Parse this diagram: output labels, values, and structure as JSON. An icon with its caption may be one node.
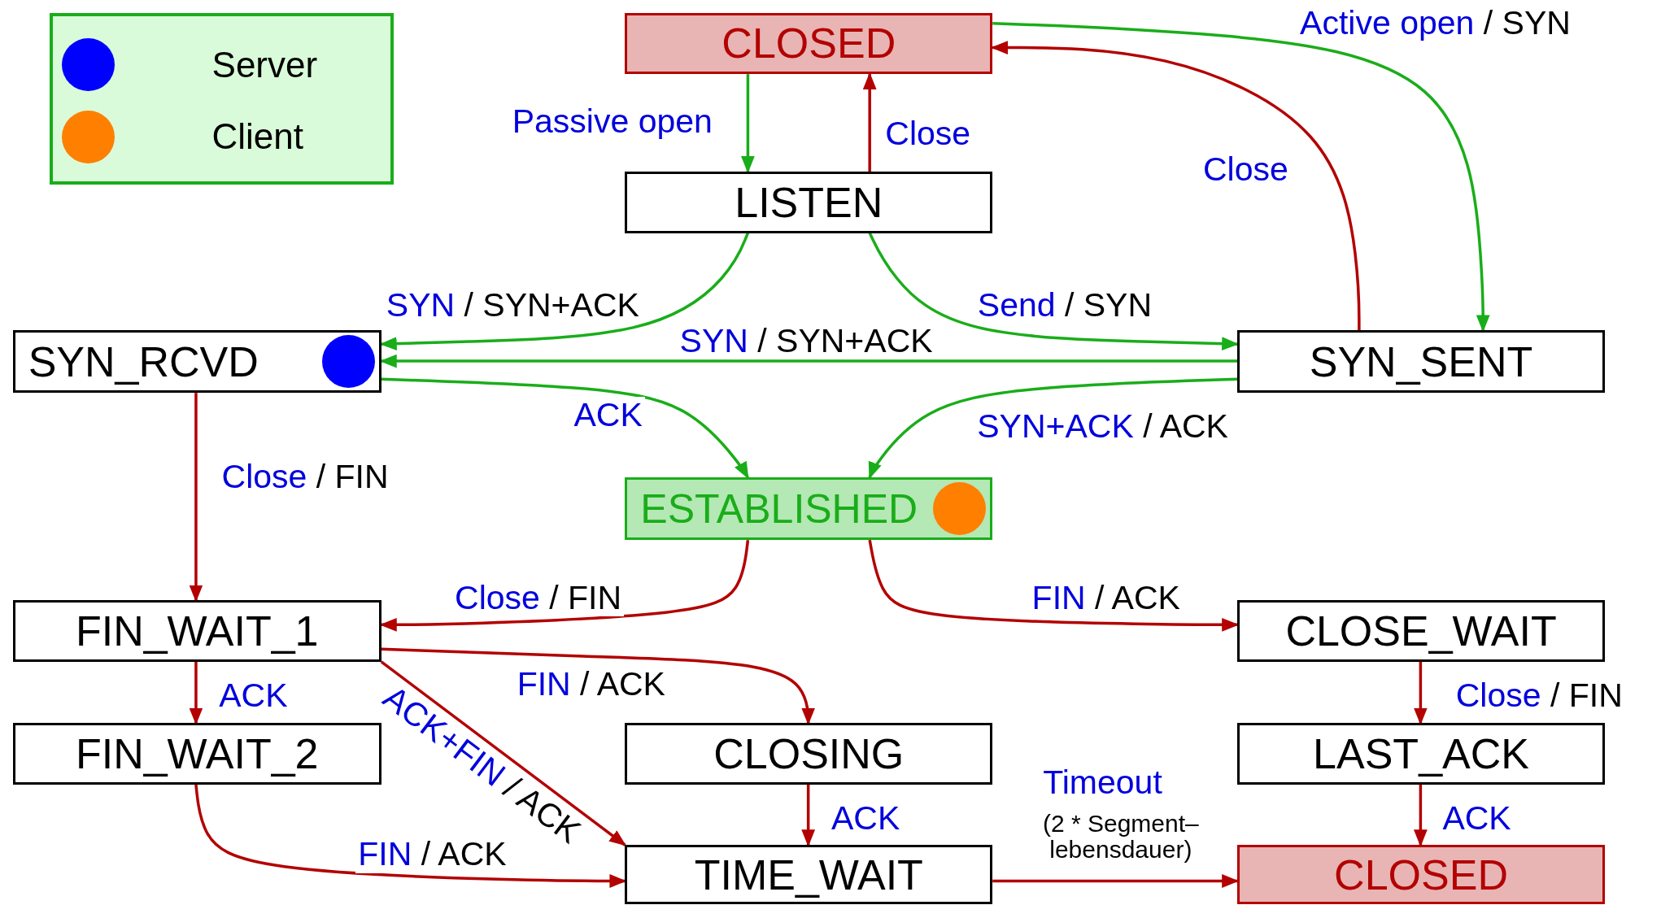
{
  "diagram": {
    "nodes": [
      {
        "text": [
          "CLOSED"
        ]
      },
      {
        "text": [
          "LISTEN"
        ]
      },
      {
        "text": [
          "SYN_RCVD"
        ]
      },
      {
        "text": [
          "SYN_SENT"
        ]
      },
      {
        "text": [
          "ESTABLISHED"
        ]
      },
      {
        "text": [
          "FIN_WAIT_1"
        ]
      },
      {
        "text": [
          "CLOSE_WAIT"
        ]
      },
      {
        "text": [
          "FIN_WAIT_2"
        ]
      },
      {
        "text": [
          "CLOSING"
        ]
      },
      {
        "text": [
          "LAST_ACK"
        ]
      },
      {
        "text": [
          "TIME_WAIT"
        ]
      },
      {
        "text": [
          "CLOSED"
        ]
      }
    ],
    "edges": [
      {
        "from": 0,
        "to": 1,
        "arrow": "to",
        "label": "Passive open",
        "color": "#1aad1a"
      },
      {
        "from": 1,
        "to": 0,
        "arrow": "to",
        "label": "Close"
      },
      {
        "from": 0,
        "to": 3,
        "arrow": "to",
        "label": "Active open / SYN",
        "color": "#1aad1a"
      },
      {
        "from": 3,
        "to": 0,
        "arrow": "to",
        "label": "Close"
      },
      {
        "from": 1,
        "to": 2,
        "arrow": "to",
        "label": "SYN / SYN+ACK",
        "color": "#1aad1a"
      },
      {
        "from": 1,
        "to": 3,
        "arrow": "to",
        "label": "Send / SYN",
        "color": "#1aad1a"
      },
      {
        "from": 3,
        "to": 2,
        "arrow": "to",
        "label": "SYN / SYN+ACK",
        "color": "#1aad1a"
      },
      {
        "from": 2,
        "to": 4,
        "arrow": "to",
        "label": "ACK",
        "color": "#1aad1a"
      },
      {
        "from": 3,
        "to": 4,
        "arrow": "to",
        "label": "SYN+ACK / ACK",
        "color": "#1aad1a"
      },
      {
        "from": 2,
        "to": 5,
        "arrow": "to",
        "label": "Close / FIN"
      },
      {
        "from": 4,
        "to": 5,
        "arrow": "to",
        "label": "Close / FIN"
      },
      {
        "from": 4,
        "to": 6,
        "arrow": "to",
        "label": "FIN / ACK"
      },
      {
        "from": 5,
        "to": 7,
        "arrow": "to",
        "label": "ACK"
      },
      {
        "from": 5,
        "to": 8,
        "arrow": "to",
        "label": "FIN / ACK"
      },
      {
        "from": 5,
        "to": 10,
        "arrow": "to",
        "label": "ACK+FIN / ACK"
      },
      {
        "from": 7,
        "to": 10,
        "arrow": "to",
        "label": "FIN / ACK"
      },
      {
        "from": 8,
        "to": 10,
        "arrow": "to",
        "label": "ACK"
      },
      {
        "from": 6,
        "to": 9,
        "arrow": "to",
        "label": "Close / FIN"
      },
      {
        "from": 9,
        "to": 11,
        "arrow": "to",
        "label": "ACK"
      },
      {
        "from": 10,
        "to": 11,
        "arrow": "to",
        "label": "Timeout"
      }
    ],
    "labels": [
      "(2 * Segment– lebensdauer)"
    ],
    "legend": [
      {
        "text": "Server",
        "color": "#0000ff"
      },
      {
        "text": "Client",
        "color": "#ff7f00"
      }
    ]
  }
}
